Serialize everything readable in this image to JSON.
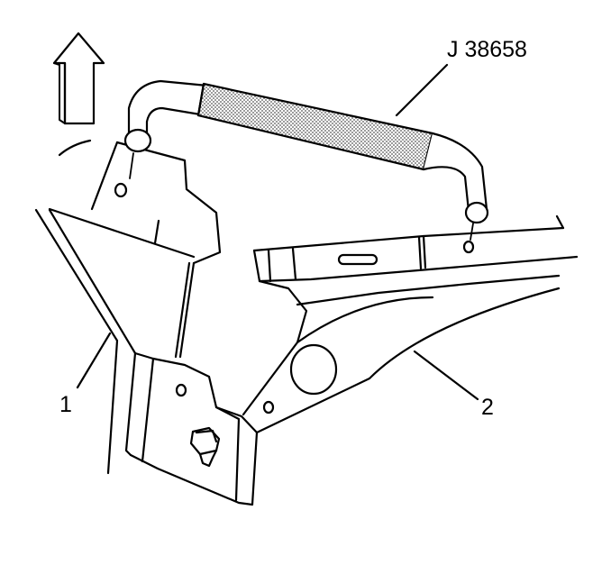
{
  "labels": {
    "tool": "J 38658",
    "callout_1": "1",
    "callout_2": "2"
  },
  "icons": [
    "up-arrow-icon"
  ],
  "colors": {
    "ink": "#000000",
    "tool_shading": "#c8c8c8",
    "background": "#ffffff"
  }
}
